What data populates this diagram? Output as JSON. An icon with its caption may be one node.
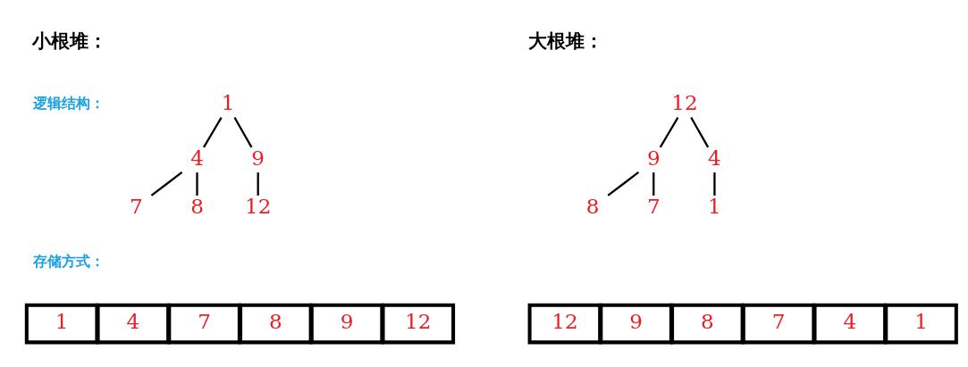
{
  "diagram": {
    "nodes": [
      {
        "text": [
          "1"
        ]
      },
      {
        "text": [
          "4"
        ]
      },
      {
        "text": [
          "9"
        ]
      },
      {
        "text": [
          "7"
        ]
      },
      {
        "text": [
          "8"
        ]
      },
      {
        "text": [
          "12"
        ]
      },
      {
        "text": [
          "1"
        ]
      },
      {
        "text": [
          "4"
        ]
      },
      {
        "text": [
          "7"
        ]
      },
      {
        "text": [
          "8"
        ]
      },
      {
        "text": [
          "9"
        ]
      },
      {
        "text": [
          "12"
        ]
      },
      {
        "text": [
          "12"
        ]
      },
      {
        "text": [
          "9"
        ]
      },
      {
        "text": [
          "4"
        ]
      },
      {
        "text": [
          "8"
        ]
      },
      {
        "text": [
          "7"
        ]
      },
      {
        "text": [
          "1"
        ]
      },
      {
        "text": [
          "12"
        ]
      },
      {
        "text": [
          "9"
        ]
      },
      {
        "text": [
          "8"
        ]
      },
      {
        "text": [
          "7"
        ]
      },
      {
        "text": [
          "4"
        ]
      },
      {
        "text": [
          "1"
        ]
      }
    ],
    "edges": [
      {
        "from": 0,
        "to": 1,
        "arrow": "none"
      },
      {
        "from": 0,
        "to": 2,
        "arrow": "none"
      },
      {
        "from": 1,
        "to": 3,
        "arrow": "none"
      },
      {
        "from": 1,
        "to": 4,
        "arrow": "none"
      },
      {
        "from": 2,
        "to": 5,
        "arrow": "none"
      },
      {
        "from": 12,
        "to": 13,
        "arrow": "none"
      },
      {
        "from": 12,
        "to": 14,
        "arrow": "none"
      },
      {
        "from": 13,
        "to": 15,
        "arrow": "none"
      },
      {
        "from": 13,
        "to": 16,
        "arrow": "none"
      },
      {
        "from": 14,
        "to": 17,
        "arrow": "none"
      }
    ],
    "labels": [
      "小根堆：",
      "大根堆：",
      "逻辑结构：",
      "存储方式："
    ]
  }
}
